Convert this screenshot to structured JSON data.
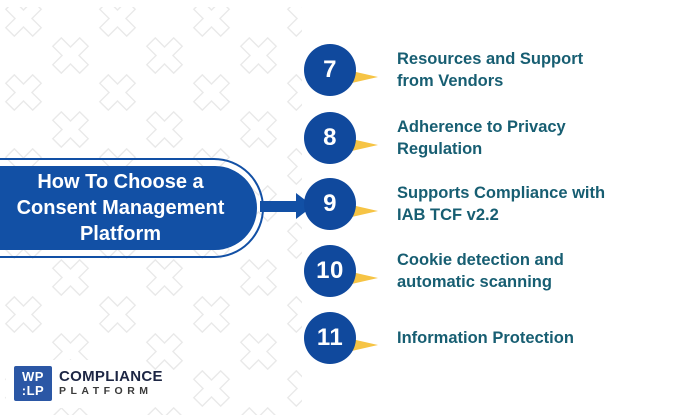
{
  "title": {
    "line1": "How To Choose a",
    "line2": "Consent Management",
    "line3": "Platform"
  },
  "items": [
    {
      "number": "7",
      "line1": "Resources and Support",
      "line2": "from Vendors"
    },
    {
      "number": "8",
      "line1": "Adherence to Privacy",
      "line2": "Regulation"
    },
    {
      "number": "9",
      "line1": "Supports Compliance with",
      "line2": "IAB TCF v2.2"
    },
    {
      "number": "10",
      "line1": "Cookie detection and",
      "line2": "automatic scanning"
    },
    {
      "number": "11",
      "line1": "Information Protection",
      "line2": ""
    }
  ],
  "logo": {
    "mark_line1": "WP",
    "mark_line2": ":LP",
    "name_line1": "COMPLIANCE",
    "name_line2": "PLATFORM"
  },
  "colors": {
    "primary_blue": "#1250A5",
    "circle_blue": "#10499D",
    "accent_yellow": "#F6C445",
    "item_text_teal": "#175E72",
    "logo_square_blue": "#2B57A5",
    "logo_navy": "#1D2644",
    "pattern_gray": "#E9E9E9"
  }
}
